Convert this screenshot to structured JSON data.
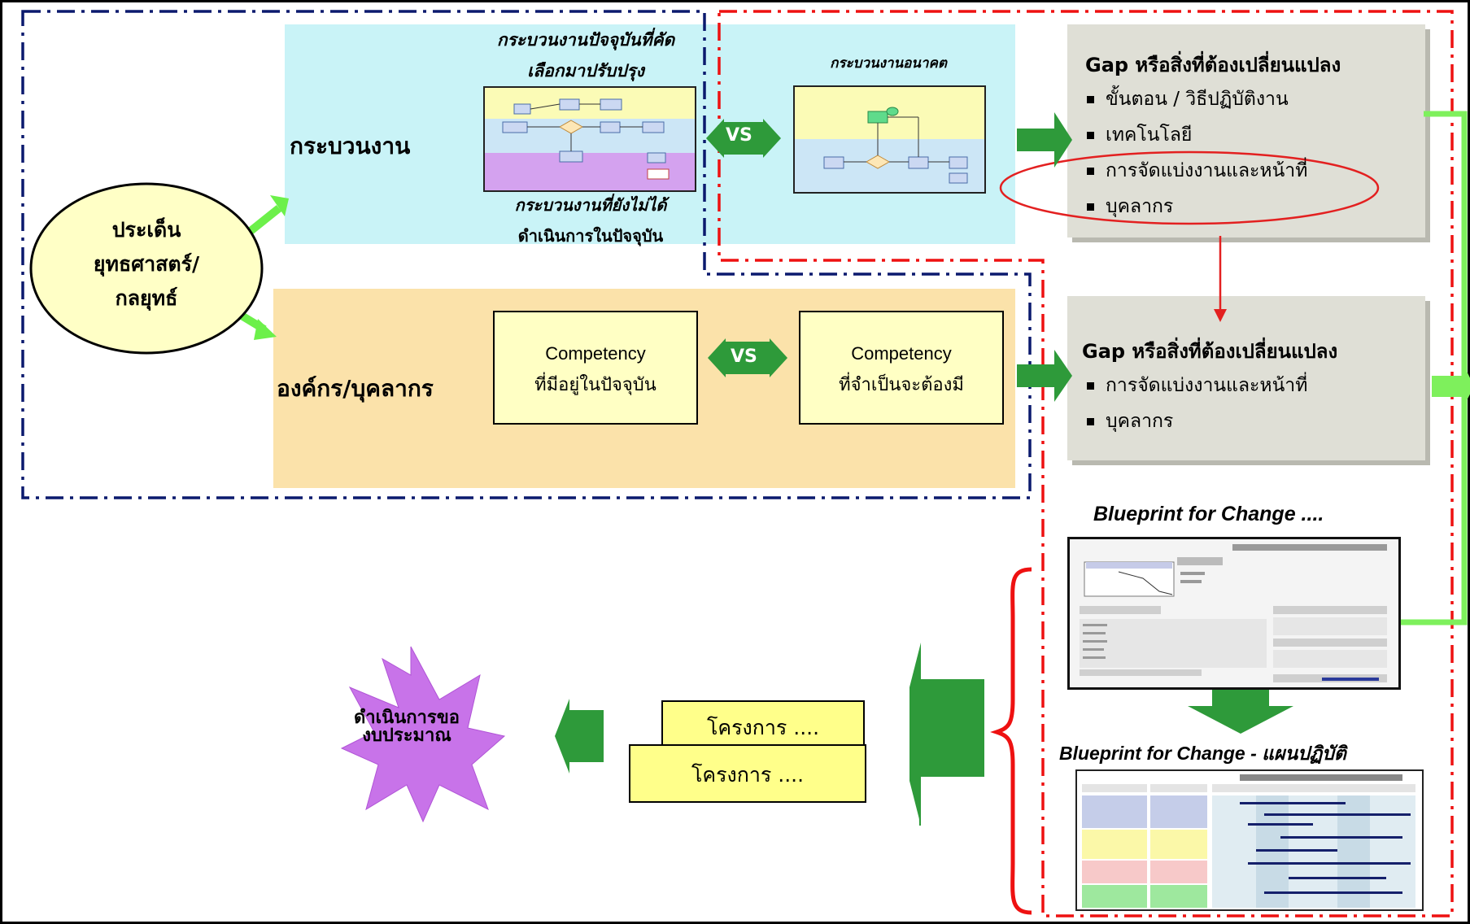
{
  "colors": {
    "blue_dash": "#0b1a6e",
    "red_dash": "#ee1111",
    "cyan_panel": "#c9f3f7",
    "orange_panel": "#fbe2aa",
    "gray_box": "#dfdfd6",
    "green_dark": "#2e9a3a",
    "green_light": "#7ef05c",
    "yellow": "#ffff8a",
    "purple_burst": "#c873e9",
    "ellipse_fill": "#ffffc6"
  },
  "strategy": {
    "line1": "ประเด็น",
    "line2": "ยุทธศาสตร์/",
    "line3": "กลยุทธ์"
  },
  "process": {
    "label": "กระบวนงาน",
    "current_title": "กระบวนงานปัจจุบันที่คัดเลือกมาปรับปรุง",
    "current_title_l1": "กระบวนงานปัจจุบันที่คัด",
    "current_title_l2": "เลือกมาปรับปรุง",
    "not_done_l1": "กระบวนงานที่ยังไม่ได้",
    "not_done_l2": "ดำเนินการในปัจจุบัน",
    "future_title": "กระบวนงานอนาคต",
    "vs": "VS"
  },
  "organization": {
    "label": "องค์กร/บุคลากร",
    "current_l1": "Competency",
    "current_l2": "ที่มีอยู่ในปัจจุบัน",
    "required_l1": "Competency",
    "required_l2": "ที่จำเป็นจะต้องมี",
    "vs": "VS"
  },
  "gap_top": {
    "title": "Gap หรือสิ่งที่ต้องเปลี่ยนแปลง",
    "items": [
      "ขั้นตอน / วิธีปฏิบัติงาน",
      "เทคโนโลยี",
      "การจัดแบ่งงานและหน้าที่",
      "บุคลากร"
    ]
  },
  "gap_bottom": {
    "title": "Gap หรือสิ่งที่ต้องเปลี่ยนแปลง",
    "items": [
      "การจัดแบ่งงานและหน้าที่",
      "บุคลากร"
    ]
  },
  "blueprint": {
    "title1": "Blueprint for Change ....",
    "title2": "Blueprint for Change - แผนปฏิบัติ"
  },
  "projects": {
    "p1": "โครงการ ....",
    "p2": "โครงการ ...."
  },
  "budget": {
    "l1": "ดำเนินการขอ",
    "l2": "งบประมาณ"
  }
}
